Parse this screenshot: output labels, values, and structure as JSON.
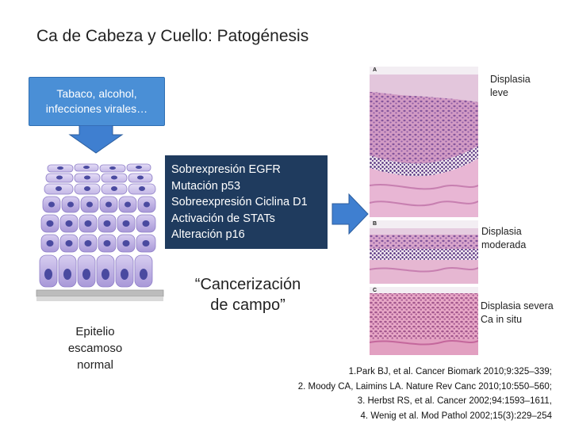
{
  "title": "Ca de Cabeza y Cuello: Patogénesis",
  "cause_box": {
    "lines": [
      "Tabaco, alcohol,",
      "infecciones virales…"
    ],
    "color": "#4a8fd6"
  },
  "epithelium": {
    "label_lines": [
      "Epitelio",
      "escamoso",
      "normal"
    ],
    "cell_color": "#b9a8e0"
  },
  "molecular_box": {
    "lines": [
      "Sobrexpresión EGFR",
      "Mutación p53",
      "Sobreexpresión Ciclina D1",
      "Activación de STATs",
      "Alteración p16"
    ],
    "color": "#1f3b5e"
  },
  "field_text": {
    "lines": [
      "“Cancerización",
      "de campo”"
    ]
  },
  "arrow_color": "#3f7fd0",
  "panels": [
    {
      "letter": "A",
      "label_lines": [
        "Displasia",
        "leve"
      ]
    },
    {
      "letter": "B",
      "label_lines": [
        "Displasia",
        "moderada"
      ]
    },
    {
      "letter": "C",
      "label_lines": [
        "Displasia severa",
        "Ca in situ"
      ]
    }
  ],
  "references": [
    "1.Park BJ, et al. Cancer Biomark 2010;9:325–339;",
    "2. Moody CA, Laimins LA. Nature Rev Canc 2010;10:550–560;",
    "3. Herbst RS, et al. Cancer 2002;94:1593–1611,",
    "4. Wenig et al. Mod Pathol 2002;15(3):229–254"
  ]
}
